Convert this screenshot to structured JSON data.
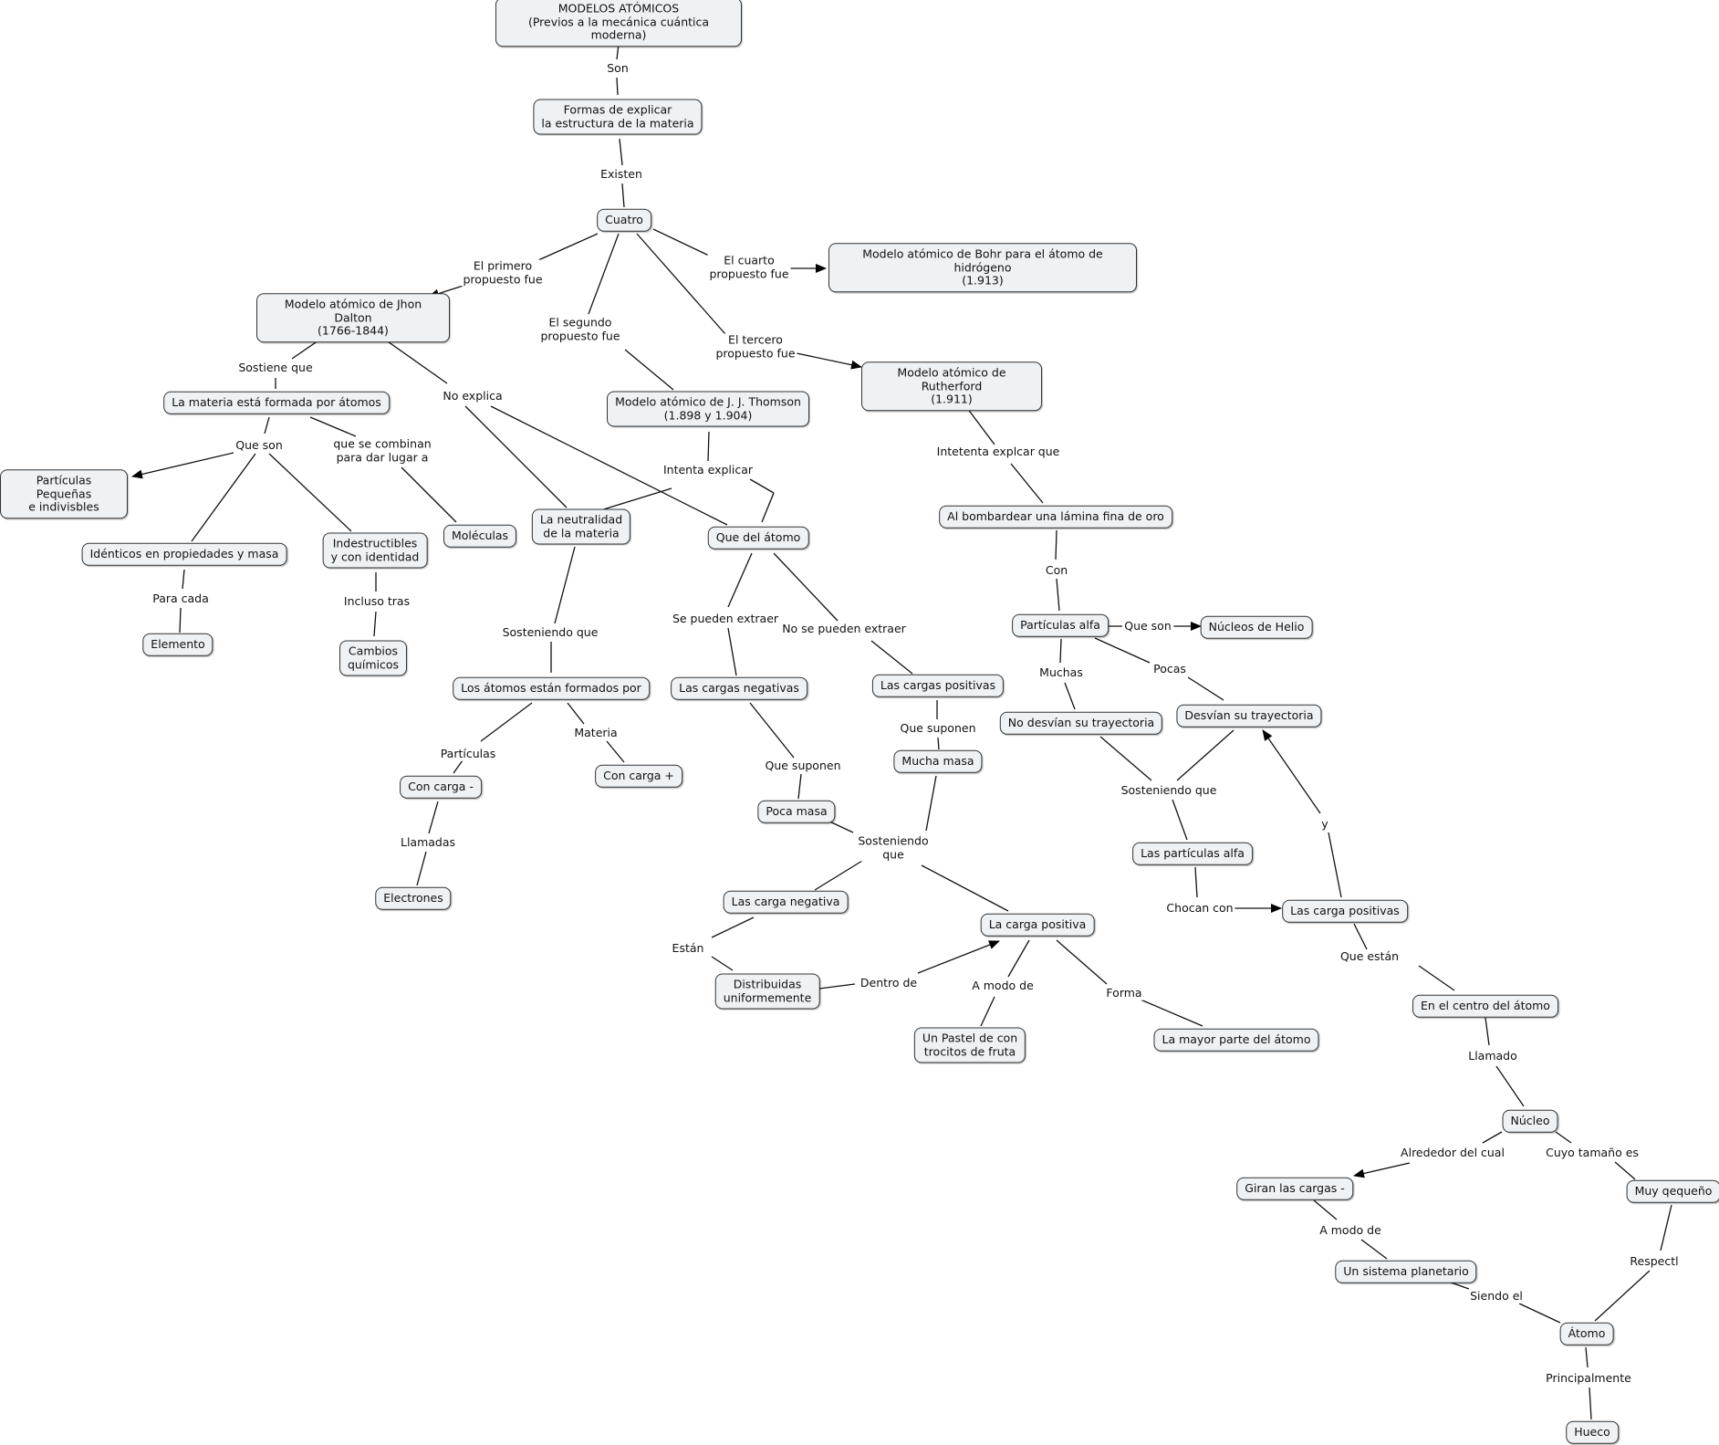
{
  "nodes": {
    "n_root": "MODELOS ATÓMICOS\n(Previos a la mecánica cuántica moderna)",
    "n_formas": "Formas de explicar\nla estructura de la materia",
    "n_cuatro": "Cuatro",
    "n_bohr": "Modelo atómico de Bohr para el átomo de hidrógeno\n(1.913)",
    "n_dalton": "Modelo atómico de Jhon Dalton\n(1766-1844)",
    "n_rutherford": "Modelo atómico de Rutherford\n(1.911)",
    "n_thomson": "Modelo atómico de J. J. Thomson\n(1.898 y 1.904)",
    "n_materia": "La materia está formada por átomos",
    "n_particulas": "Partículas Pequeñas\ne indivisbles",
    "n_identicos": "Idénticos en propiedades y masa",
    "n_indestructibles": "Indestructibles\ny con identidad",
    "n_moleculas": "Moléculas",
    "n_neutralidad": "La neutralidad\nde la materia",
    "n_quedel": "Que del átomo",
    "n_bombardear": "Al bombardear una lámina fina de oro",
    "n_elemento": "Elemento",
    "n_cambios": "Cambios\nquímicos",
    "n_alfa": "Partículas alfa",
    "n_helio": "Núcleos de Helio",
    "n_formados": "Los átomos están formados por",
    "n_cargasneg": "Las cargas negativas",
    "n_cargaspos": "Las cargas positivas",
    "n_nodesvian": "No desvían su trayectoria",
    "n_desvian": "Desvían su trayectoria",
    "n_mucha": "Mucha masa",
    "n_concargamenos": "Con carga -",
    "n_concargamas": "Con carga +",
    "n_poca": "Poca masa",
    "n_partalfa2": "Las partículas alfa",
    "n_electrones": "Electrones",
    "n_carganeg": "Las carga negativa",
    "n_lascargapos": "Las carga positivas",
    "n_cargapos": "La carga positiva",
    "n_distribuidas": "Distribuidas\nuniformemente",
    "n_centro": "En el centro del átomo",
    "n_pastel": "Un Pastel de con\ntrocitos de fruta",
    "n_mayor": "La mayor parte del átomo",
    "n_nucleo": "Núcleo",
    "n_giran": "Giran las cargas -",
    "n_muy": "Muy qequeño",
    "n_sistema": "Un sistema planetario",
    "n_atomo": "Átomo",
    "n_hueco": "Hueco"
  },
  "labels": {
    "l_son": "Son",
    "l_existen": "Existen",
    "l_primero": "El primero\npropuesto fue",
    "l_cuarto": "El cuarto\npropuesto fue",
    "l_segundo": "El segundo\npropuesto fue",
    "l_tercero": "El tercero\npropuesto fue",
    "l_sostiene": "Sostiene que",
    "l_noexplica": "No explica",
    "l_queson1": "Que son",
    "l_combinan": "que se combinan\npara dar lugar a",
    "l_intenta": "Intenta explicar",
    "l_intetenta": "Intetenta explcar que",
    "l_paracada": "Para cada",
    "l_incluso": "Incluso tras",
    "l_sosteniendo1": "Sosteniendo que",
    "l_sepueden": "Se pueden extraer",
    "l_nosepueden": "No se pueden extraer",
    "l_con": "Con",
    "l_queson2": "Que son",
    "l_muchas": "Muchas",
    "l_pocas": "Pocas",
    "l_quesuponen1": "Que suponen",
    "l_particulas2": "Partículas",
    "l_materia2": "Materia",
    "l_quesuponen2": "Que suponen",
    "l_sosteniendo2": "Sosteniendo que",
    "l_llamadas": "Llamadas",
    "l_sosteniendo3": "Sosteniendo\nque",
    "l_y": "y",
    "l_chocan": "Chocan con",
    "l_estan": "Están",
    "l_queestan": "Que están",
    "l_dentro": "Dentro de",
    "l_amodo1": "A modo de",
    "l_forma": "Forma",
    "l_llamado": "Llamado",
    "l_alrededor": "Alrededor del cual",
    "l_cuyo": "Cuyo tamaño es",
    "l_amodo2": "A modo de",
    "l_respect": "Respectl",
    "l_siendo": "Siendo el",
    "l_principalmente": "Principalmente"
  }
}
